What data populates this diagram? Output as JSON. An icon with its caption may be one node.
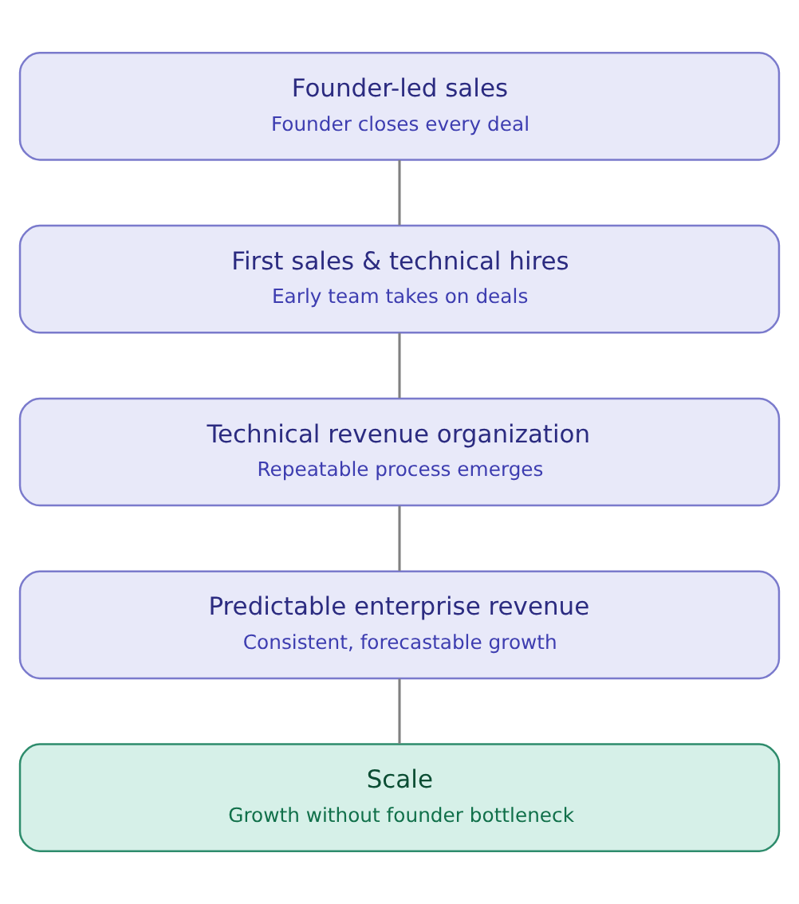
{
  "diagram": {
    "nodes": [
      {
        "text": [
          "Founder-led sales",
          "Founder closes every deal"
        ]
      },
      {
        "text": [
          "First sales & technical hires",
          "Early team takes on deals"
        ]
      },
      {
        "text": [
          "Technical revenue organization",
          "Repeatable process emerges"
        ]
      },
      {
        "text": [
          "Predictable enterprise revenue",
          "Consistent, forecastable growth"
        ]
      },
      {
        "text": [
          "Scale",
          "Growth without founder bottleneck"
        ]
      }
    ],
    "edges": [
      {
        "from": 0,
        "to": 1,
        "arrow": "none"
      },
      {
        "from": 1,
        "to": 2,
        "arrow": "none"
      },
      {
        "from": 2,
        "to": 3,
        "arrow": "none"
      },
      {
        "from": 3,
        "to": 4,
        "arrow": "none"
      }
    ]
  }
}
